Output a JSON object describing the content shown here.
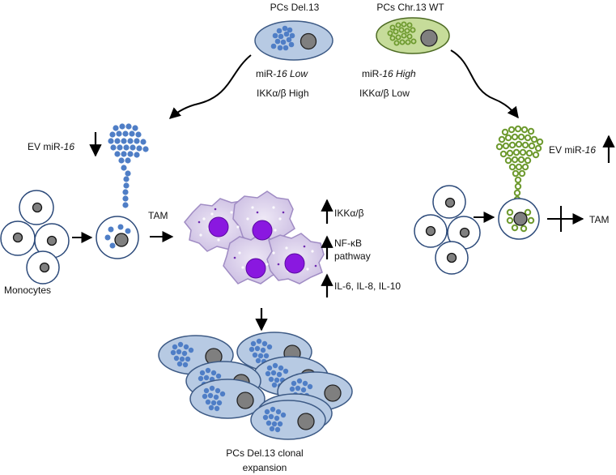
{
  "top": {
    "left_cell_label": "PCs Del.13",
    "right_cell_label": "PCs Chr.13 WT",
    "left_mir_prefix": "miR-",
    "left_mir_suffix": "16 Low",
    "left_ikk": "IKKα/β High",
    "right_mir_prefix": "miR-",
    "right_mir_suffix": "16 High",
    "right_ikk": "IKKα/β Low"
  },
  "left": {
    "ev_prefix": "EV miR-",
    "ev_suffix": "16",
    "ev_direction": "down",
    "monocytes_label": "Monocytes",
    "tam_label": "TAM"
  },
  "middle": {
    "effects": [
      {
        "label": "IKKα/β",
        "direction": "up"
      },
      {
        "label": "NF-κB",
        "label2": "pathway",
        "direction": "up"
      },
      {
        "label": "IL-6, IL-8, IL-10",
        "direction": "up"
      }
    ]
  },
  "bottom": {
    "label_line1": "PCs Del.13 clonal",
    "label_line2": "expansion"
  },
  "right": {
    "ev_prefix": "EV miR-",
    "ev_suffix": "16",
    "ev_direction": "up",
    "tam_label": "TAM",
    "tam_blocked": true
  },
  "colors": {
    "blue_cell_fill": "#b7cae3",
    "blue_dot": "#4f7ec6",
    "green_cell_fill": "#c6dc9a",
    "green_dot": "#7aa33d",
    "nucleus": "#7f7f7f",
    "macrophage_fill": "#d8cde9",
    "macrophage_nucleus": "#8a18e0"
  }
}
